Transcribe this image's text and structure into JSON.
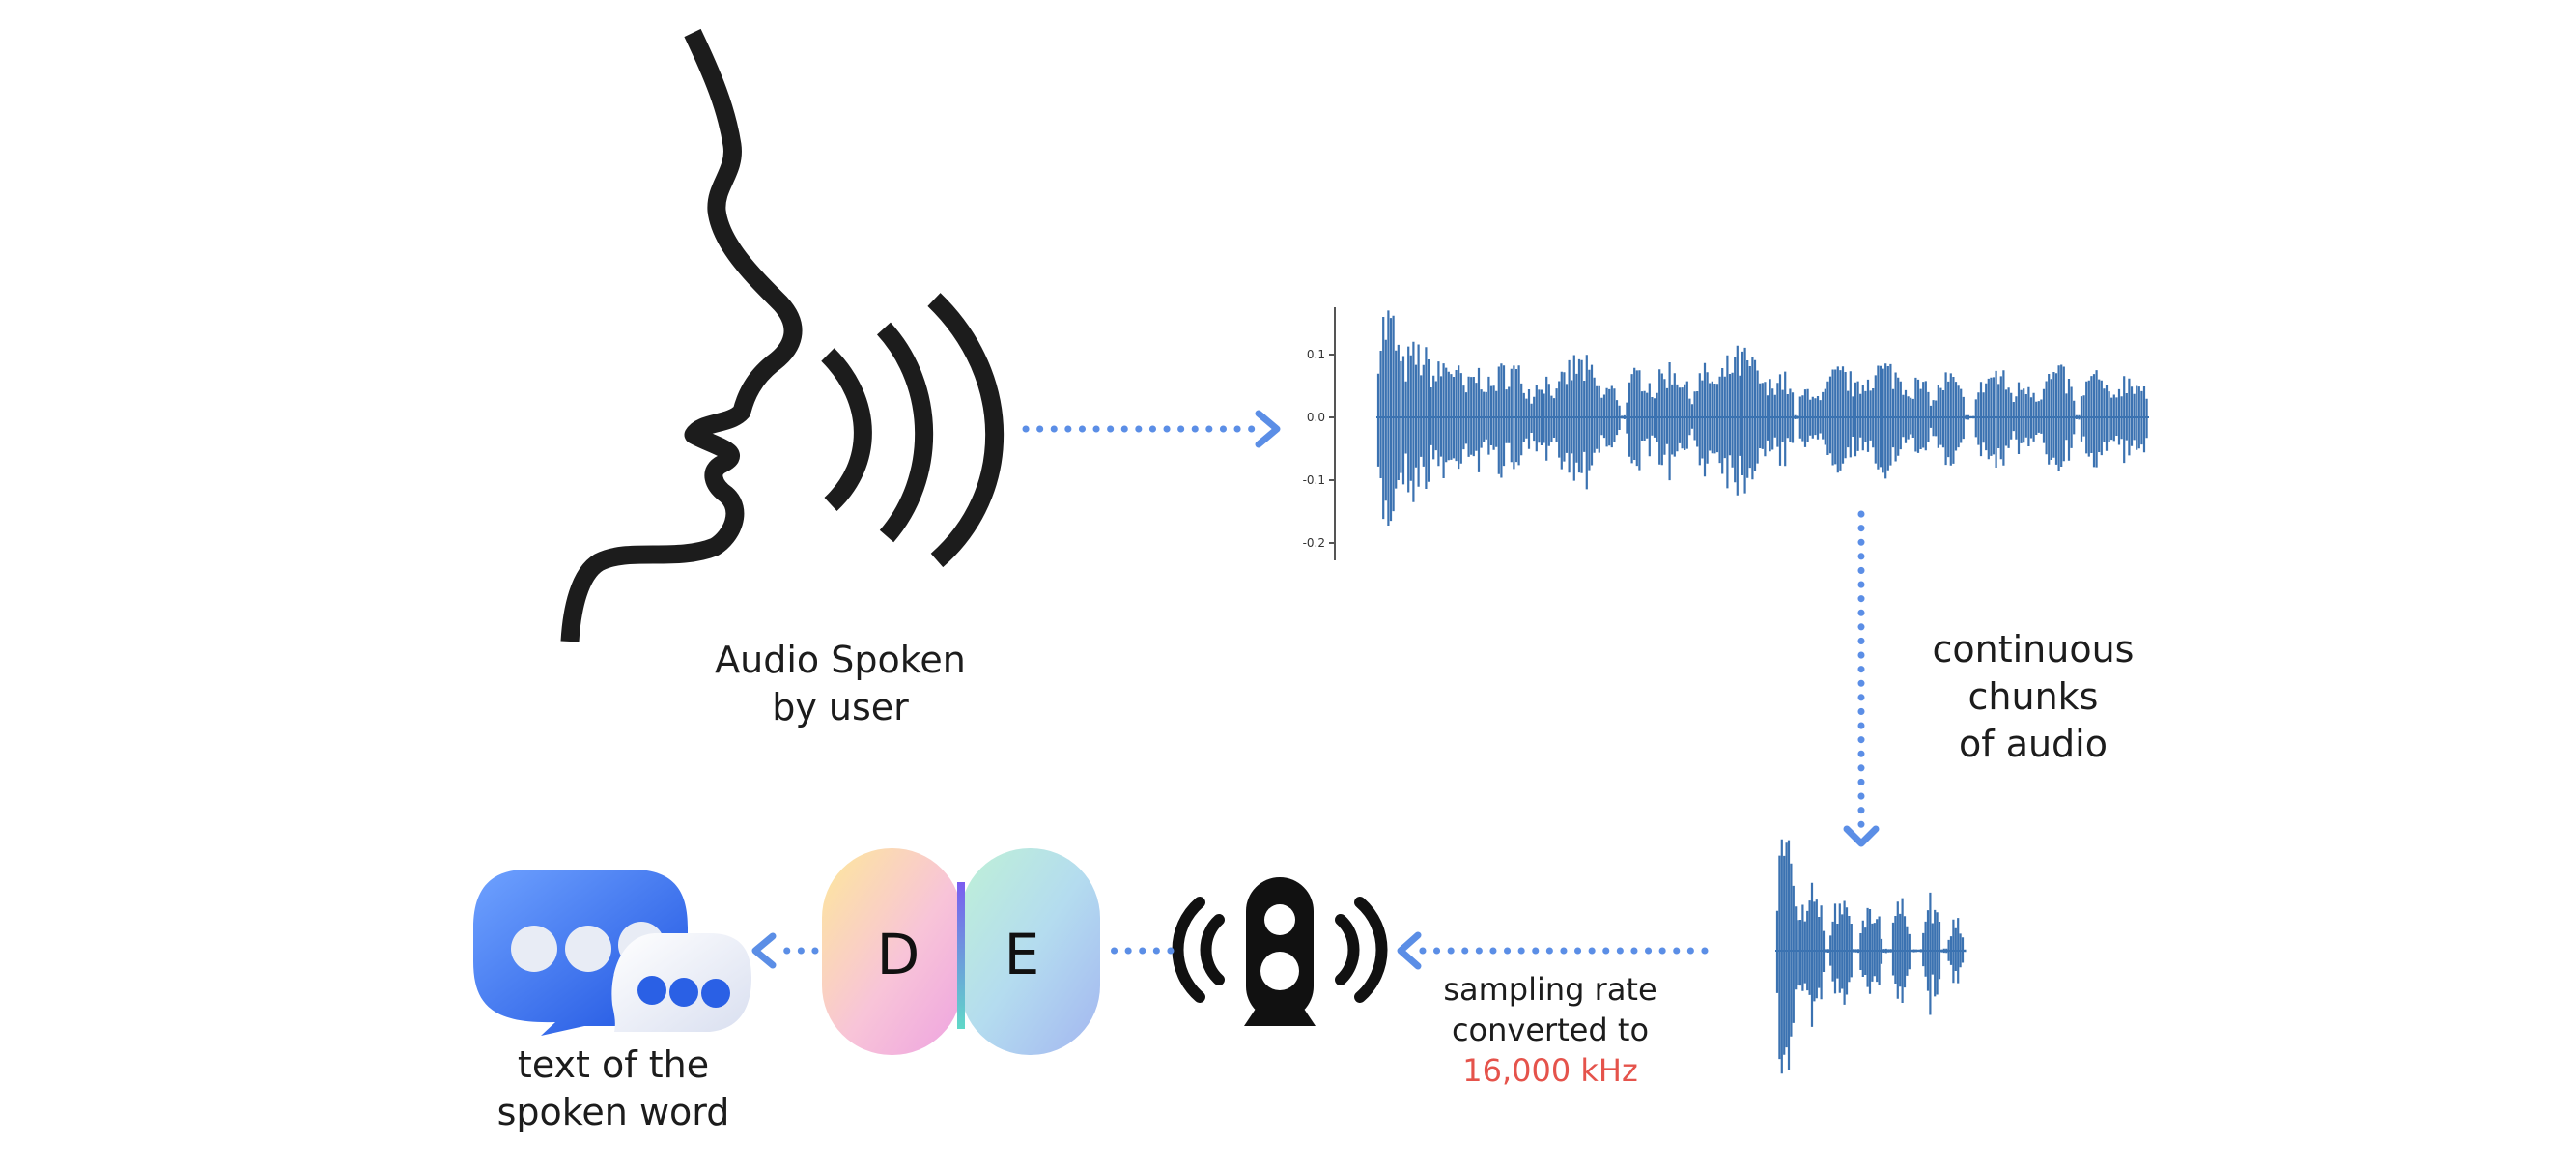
{
  "labels": {
    "audio_spoken": [
      "Audio Spoken",
      "by user"
    ],
    "continuous": [
      "continuous",
      "chunks",
      "of audio"
    ],
    "sampling": [
      "sampling rate",
      "converted to"
    ],
    "sampling_value": "16,000 kHz",
    "text_output": [
      "text of the",
      "spoken word"
    ]
  },
  "waveform": {
    "y_ticks": [
      "0.1",
      "0.0",
      "-0.1",
      "-0.2"
    ]
  },
  "encoder_decoder": {
    "left_letter": "D",
    "right_letter": "E"
  },
  "icons": [
    "speaking-head-icon",
    "waveform-plot",
    "speaker-icon",
    "chat-bubbles-icon"
  ],
  "colors": {
    "arrow": "#5b8ee6",
    "wave": "#3b72b1",
    "highlight": "#e5534b"
  }
}
